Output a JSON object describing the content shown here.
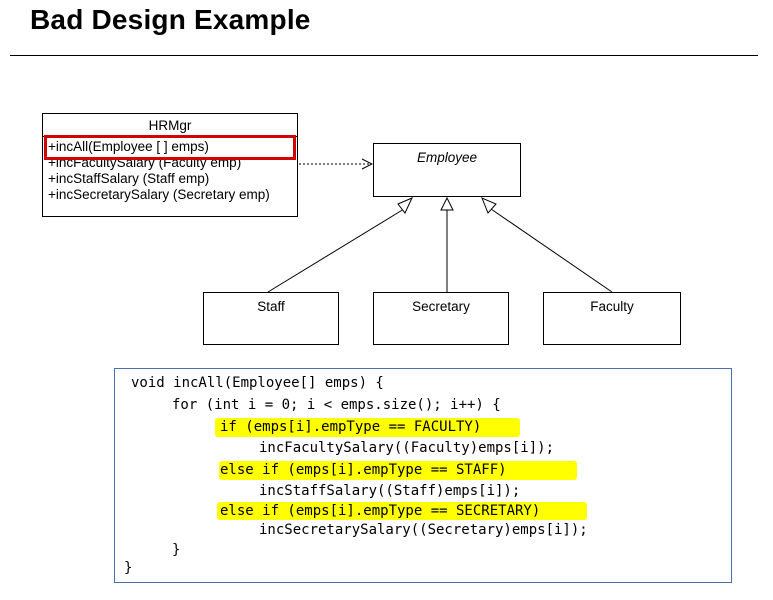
{
  "slide": {
    "title": "Bad Design Example"
  },
  "diagram": {
    "hrmgr": {
      "name": "HRMgr",
      "methods": [
        "+incAll(Employee [ ] emps)",
        "+incFacultySalary (Faculty emp)",
        "+incStaffSalary (Staff emp)",
        "+incSecretarySalary (Secretary emp)"
      ]
    },
    "employee": {
      "name": "Employee"
    },
    "subclasses": [
      "Staff",
      "Secretary",
      "Faculty"
    ]
  },
  "code": {
    "lines": [
      "void incAll(Employee[] emps) {",
      "for (int i = 0; i < emps.size(); i++) {",
      "if (emps[i].empType == FACULTY)",
      "incFacultySalary((Faculty)emps[i]);",
      "else if (emps[i].empType == STAFF)",
      "incStaffSalary((Staff)emps[i]);",
      "else if (emps[i].empType == SECRETARY)",
      "incSecretarySalary((Secretary)emps[i]);",
      "}",
      "}"
    ]
  },
  "colors": {
    "highlight": "#ffff00",
    "selection_border": "#d40000",
    "code_border": "#4a6fb0"
  }
}
